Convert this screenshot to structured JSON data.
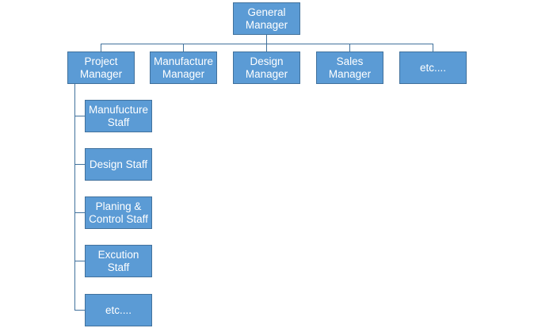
{
  "org_chart": {
    "root": {
      "label": "General\nManager"
    },
    "managers": [
      {
        "label": "Project\nManager"
      },
      {
        "label": "Manufacture\nManager"
      },
      {
        "label": "Design\nManager"
      },
      {
        "label": "Sales\nManager"
      },
      {
        "label": "etc...."
      }
    ],
    "staff": [
      {
        "label": "Manufucture\nStaff"
      },
      {
        "label": "Design Staff"
      },
      {
        "label": "Planing &\nControl Staff"
      },
      {
        "label": "Excution Staff"
      },
      {
        "label": "etc...."
      }
    ],
    "colors": {
      "box_fill": "#5b9bd5",
      "box_border": "#41719c",
      "connector": "#41719c",
      "text": "#ffffff"
    }
  }
}
